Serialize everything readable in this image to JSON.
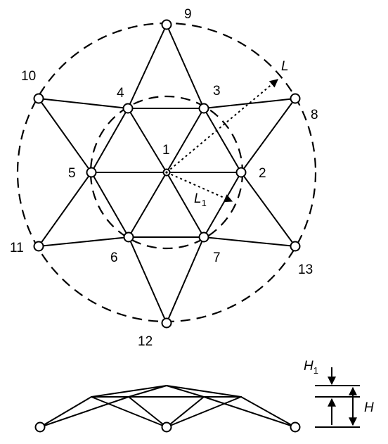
{
  "node_labels": [
    "1",
    "2",
    "3",
    "4",
    "5",
    "6",
    "7",
    "8",
    "9",
    "10",
    "11",
    "12",
    "13"
  ],
  "dimension_labels": {
    "L": "L",
    "L1_main": "L",
    "L1_sub": "1",
    "H1_main": "H",
    "H1_sub": "1",
    "H": "H"
  },
  "colors": {
    "line": "#000000",
    "node_fill": "#ffffff",
    "background": "#ffffff"
  }
}
